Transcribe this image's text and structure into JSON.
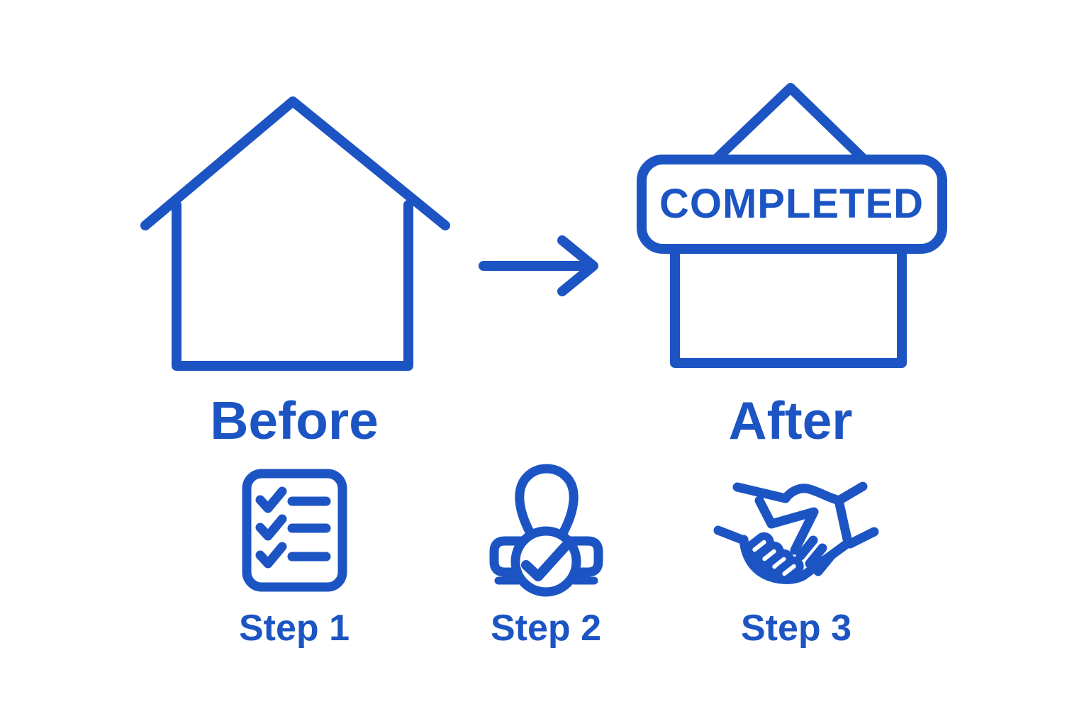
{
  "diagram": {
    "title": "Before and after home completion steps",
    "accent_color": "#1c55c3",
    "background_color": "#ffffff",
    "before": {
      "label": "Before",
      "icon": "house-outline-icon"
    },
    "transition": {
      "icon": "arrow-right-icon"
    },
    "after": {
      "label": "After",
      "sign_text": "COMPLETED",
      "icon": "house-completed-sign-icon"
    },
    "steps": [
      {
        "label": "Step 1",
        "icon": "checklist-icon"
      },
      {
        "label": "Step 2",
        "icon": "stamp-check-icon"
      },
      {
        "label": "Step 3",
        "icon": "handshake-icon"
      }
    ]
  }
}
